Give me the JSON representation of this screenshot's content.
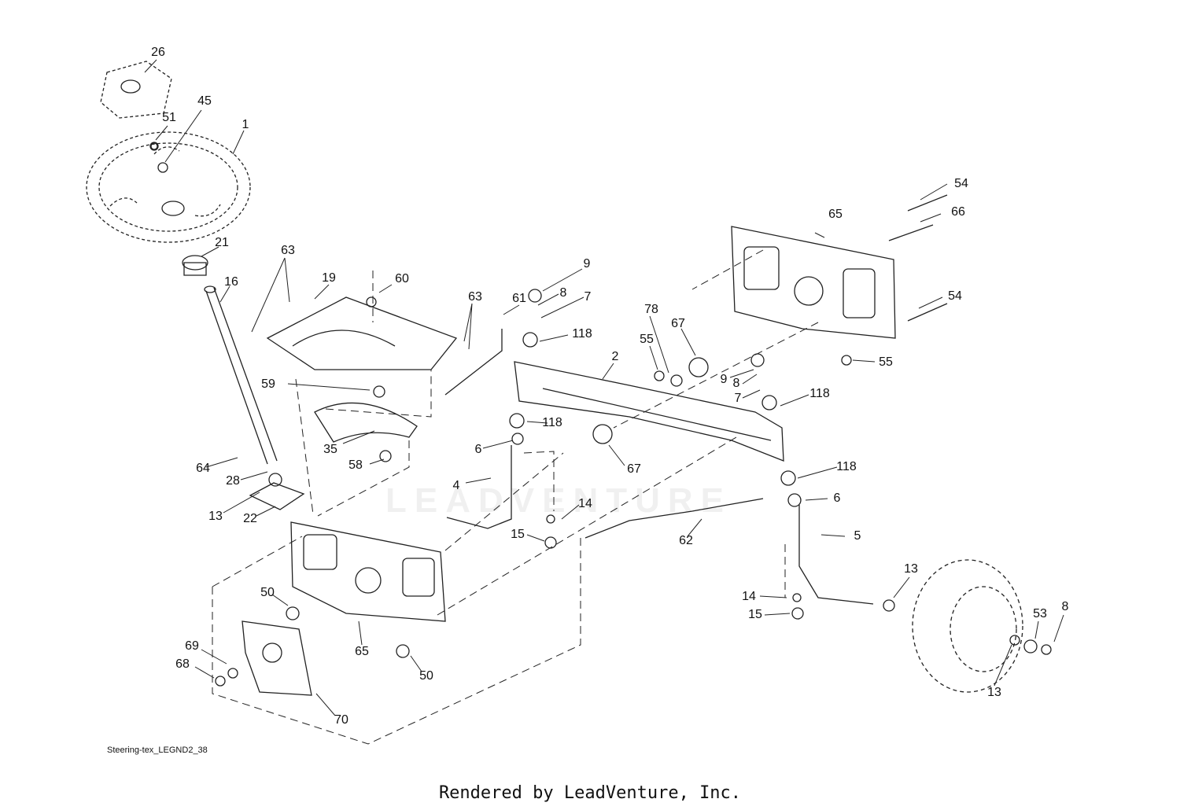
{
  "diagram": {
    "callouts": [
      "26",
      "45",
      "51",
      "1",
      "21",
      "16",
      "63",
      "19",
      "60",
      "63",
      "61",
      "9",
      "8",
      "7",
      "118",
      "78",
      "55",
      "67",
      "2",
      "65",
      "54",
      "66",
      "54",
      "55",
      "9",
      "8",
      "7",
      "118",
      "59",
      "35",
      "58",
      "64",
      "28",
      "13",
      "22",
      "6",
      "118",
      "4",
      "67",
      "118",
      "6",
      "14",
      "15",
      "62",
      "5",
      "50",
      "65",
      "50",
      "69",
      "68",
      "70",
      "14",
      "15",
      "13",
      "53",
      "8",
      "13"
    ],
    "caption": "Steering-tex_LEGND2_38",
    "watermark": "LEADVENTURE",
    "footer": "Rendered by LeadVenture, Inc."
  }
}
